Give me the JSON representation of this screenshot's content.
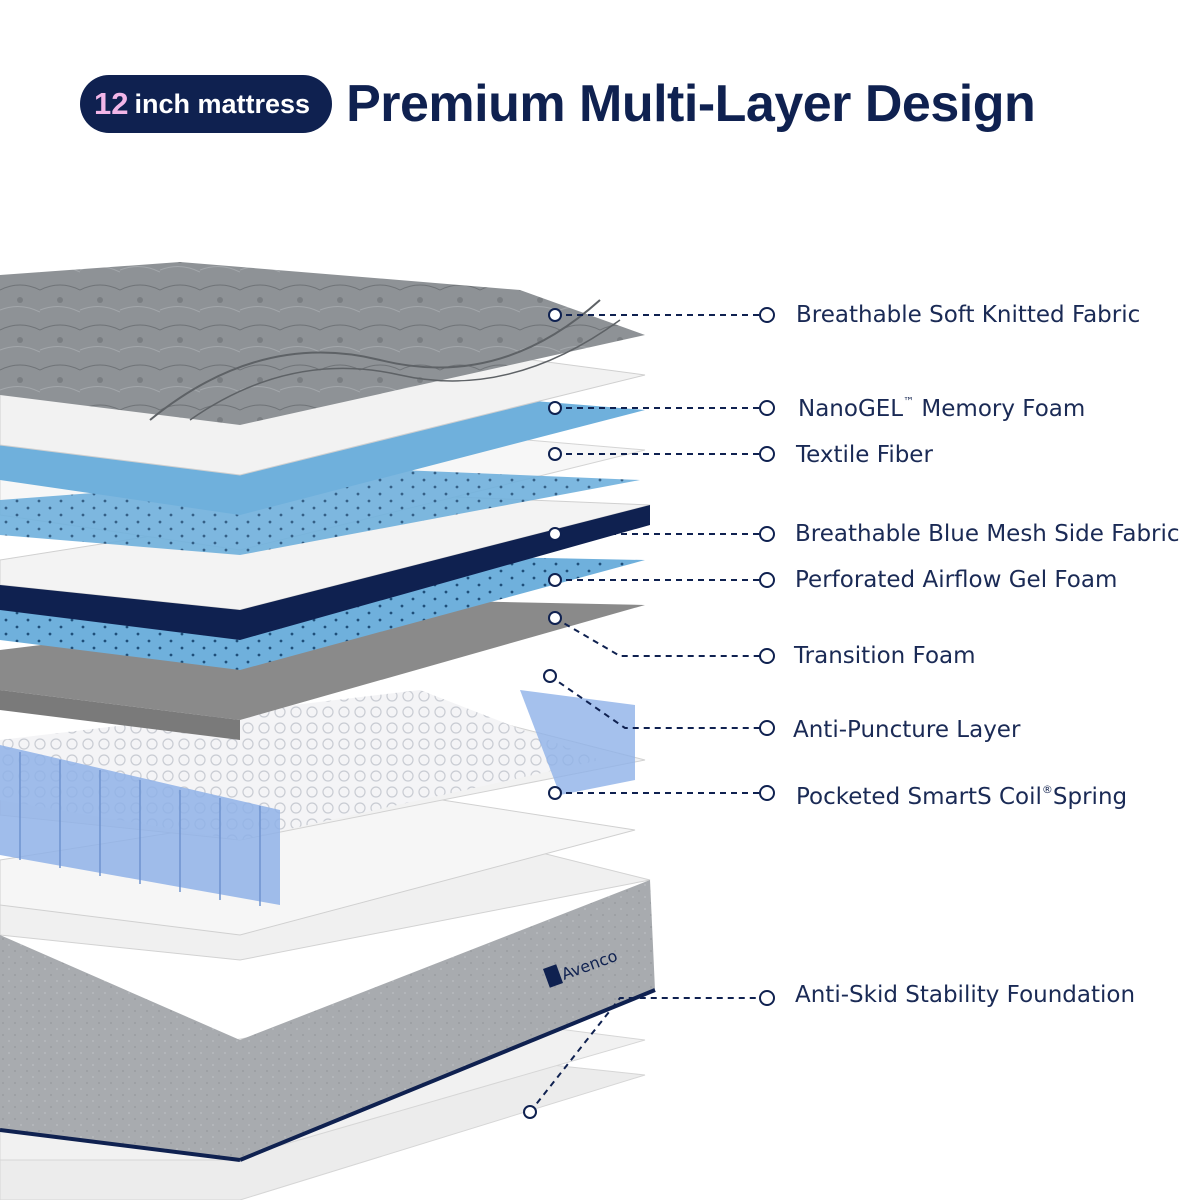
{
  "header": {
    "badge_number": "12",
    "badge_text": "inch mattress",
    "title": "Premium Multi-Layer Design"
  },
  "brand": {
    "logo_text": "Avenco"
  },
  "layers": [
    {
      "id": "knit",
      "label_main": "Breathable Soft Knitted Fabric",
      "sup": "",
      "label_tail": ""
    },
    {
      "id": "nanogel",
      "label_main": "NanoGEL",
      "sup": "™",
      "label_tail": " Memory Foam"
    },
    {
      "id": "textile",
      "label_main": "Textile Fiber",
      "sup": "",
      "label_tail": ""
    },
    {
      "id": "mesh",
      "label_main": "Breathable Blue Mesh Side Fabric",
      "sup": "",
      "label_tail": ""
    },
    {
      "id": "airflow",
      "label_main": "Perforated Airflow Gel Foam",
      "sup": "",
      "label_tail": ""
    },
    {
      "id": "transition",
      "label_main": "Transition Foam",
      "sup": "",
      "label_tail": ""
    },
    {
      "id": "puncture",
      "label_main": "Anti-Puncture Layer",
      "sup": "",
      "label_tail": ""
    },
    {
      "id": "coil",
      "label_main": "Pocketed SmartS Coil",
      "sup": "®",
      "label_tail": "Spring"
    },
    {
      "id": "foundation",
      "label_main": "Anti-Skid Stability Foundation",
      "sup": "",
      "label_tail": ""
    }
  ],
  "colors": {
    "navy": "#0f2150",
    "badge_number": "#f2b6e8",
    "gel_blue": "#6fb0dc",
    "knit_grey": "#8e9296",
    "transition_grey": "#8a8a8a",
    "coil_blue": "#8fb2e8"
  }
}
